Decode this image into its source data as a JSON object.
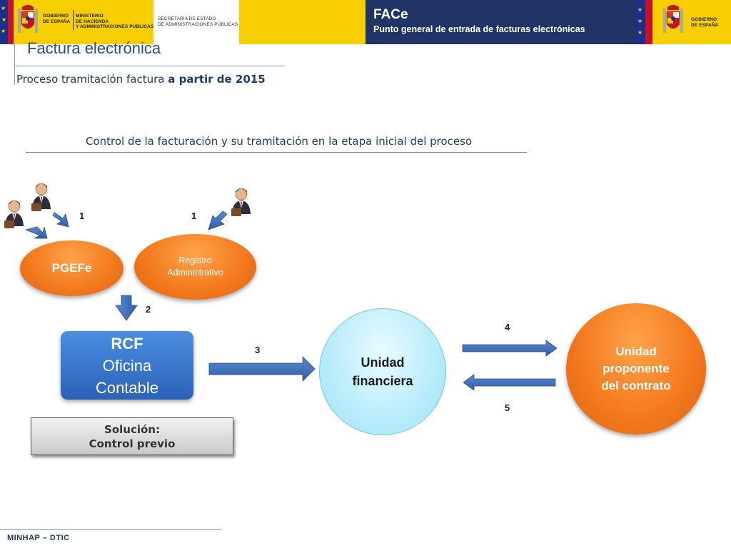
{
  "header": {
    "gobierno_line1": "GOBIERNO",
    "gobierno_line2": "DE ESPAÑA",
    "ministerio_line1": "MINISTERIO",
    "ministerio_line2": "DE HACIENDA",
    "ministerio_line3": "Y ADMINISTRACIONES PÚBLICAS",
    "secretaria_line1": "SECRETARÍA DE ESTADO",
    "secretaria_line2": "DE ADMINISTRACIONES PÚBLICAS",
    "app_title": "FACe",
    "app_subtitle": "Punto general de entrada de facturas electrónicas",
    "right_gobierno_line1": "GOBIERNO",
    "right_gobierno_line2": "DE ESPAÑA"
  },
  "page": {
    "title": "Factura electrónica",
    "subtitle_prefix": "Proceso tramitación factura ",
    "subtitle_bold": "a partir de 2015",
    "section_heading": "Control de la facturación y su tramitación en la etapa inicial del proceso"
  },
  "diagram": {
    "pgefe_label": "PGEFe",
    "registro_line1": "Registro",
    "registro_line2": "Administrativo",
    "rcf_line1": "RCF",
    "rcf_line2": "Oficina",
    "rcf_line3": "Contable",
    "unidad_financiera_line1": "Unidad",
    "unidad_financiera_line2": "financiera",
    "unidad_proponente_line1": "Unidad",
    "unidad_proponente_line2": "proponente",
    "unidad_proponente_line3": "del contrato",
    "solution_line1": "Solución:",
    "solution_line2": "Control previo",
    "steps": [
      "1",
      "1",
      "2",
      "3",
      "4",
      "5"
    ]
  },
  "footer": {
    "text": "MINHAP – DTIC"
  },
  "colors": {
    "header_yellow": "#f7cf00",
    "face_bar": "#203565",
    "eu_blue": "#1b2f8c",
    "title_blue": "#2a4d7c",
    "orange": "#f47b20",
    "rcf_blue": "#2a62b8",
    "arrow_blue": "#3f6fb3",
    "financiera_cyan": "#b8ecfb"
  }
}
